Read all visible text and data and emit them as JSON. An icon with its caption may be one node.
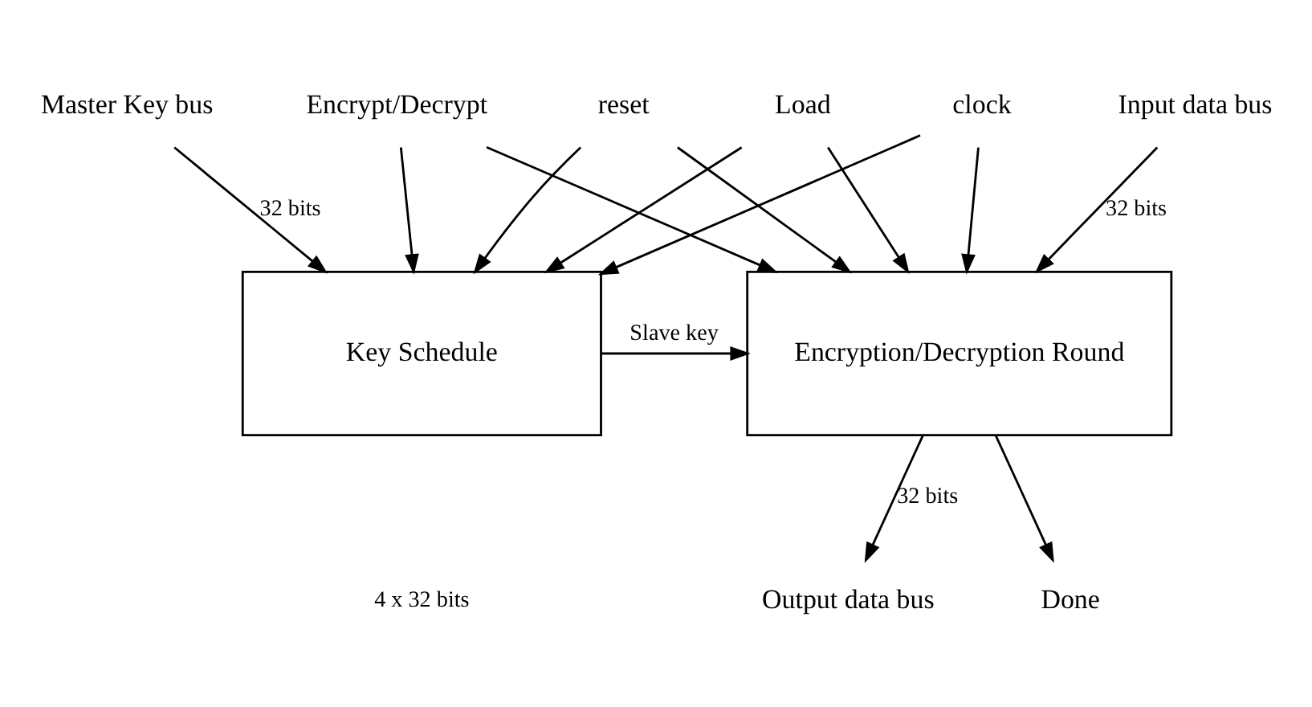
{
  "diagram": {
    "nodes": [
      {
        "text": [
          "Key Schedule"
        ]
      },
      {
        "text": [
          "Encryption/Decryption Round"
        ]
      },
      {
        "text": [
          "Encrypt/Decrypt"
        ]
      },
      {
        "text": [
          "Load"
        ]
      },
      {
        "text": [
          "clock"
        ]
      },
      {
        "text": [
          "reset"
        ]
      },
      {
        "text": [
          "Master Key bus"
        ]
      },
      {
        "text": [
          "Input data bus"
        ]
      },
      {
        "text": [
          "Done"
        ]
      },
      {
        "text": [
          "Output data bus"
        ]
      }
    ],
    "edges": [
      {
        "from": 6,
        "to": 0,
        "arrow": "to",
        "label": "32 bits"
      },
      {
        "from": 2,
        "to": 0,
        "arrow": "to"
      },
      {
        "from": 2,
        "to": 1,
        "arrow": "to"
      },
      {
        "from": 3,
        "to": 0,
        "arrow": "to"
      },
      {
        "from": 3,
        "to": 1,
        "arrow": "to"
      },
      {
        "from": 4,
        "to": 0,
        "arrow": "to"
      },
      {
        "from": 4,
        "to": 1,
        "arrow": "to"
      },
      {
        "from": 5,
        "to": 0,
        "arrow": "to"
      },
      {
        "from": 5,
        "to": 1,
        "arrow": "to"
      },
      {
        "from": 7,
        "to": 1,
        "arrow": "to",
        "label": "32 bits"
      },
      {
        "from": 0,
        "to": 1,
        "arrow": "to",
        "label": "Slave key"
      },
      {
        "from": 1,
        "to": 8,
        "arrow": "to"
      },
      {
        "from": 1,
        "to": 9,
        "arrow": "to",
        "label": "32 bits"
      }
    ],
    "labels": [
      "4 x 32 bits"
    ]
  }
}
